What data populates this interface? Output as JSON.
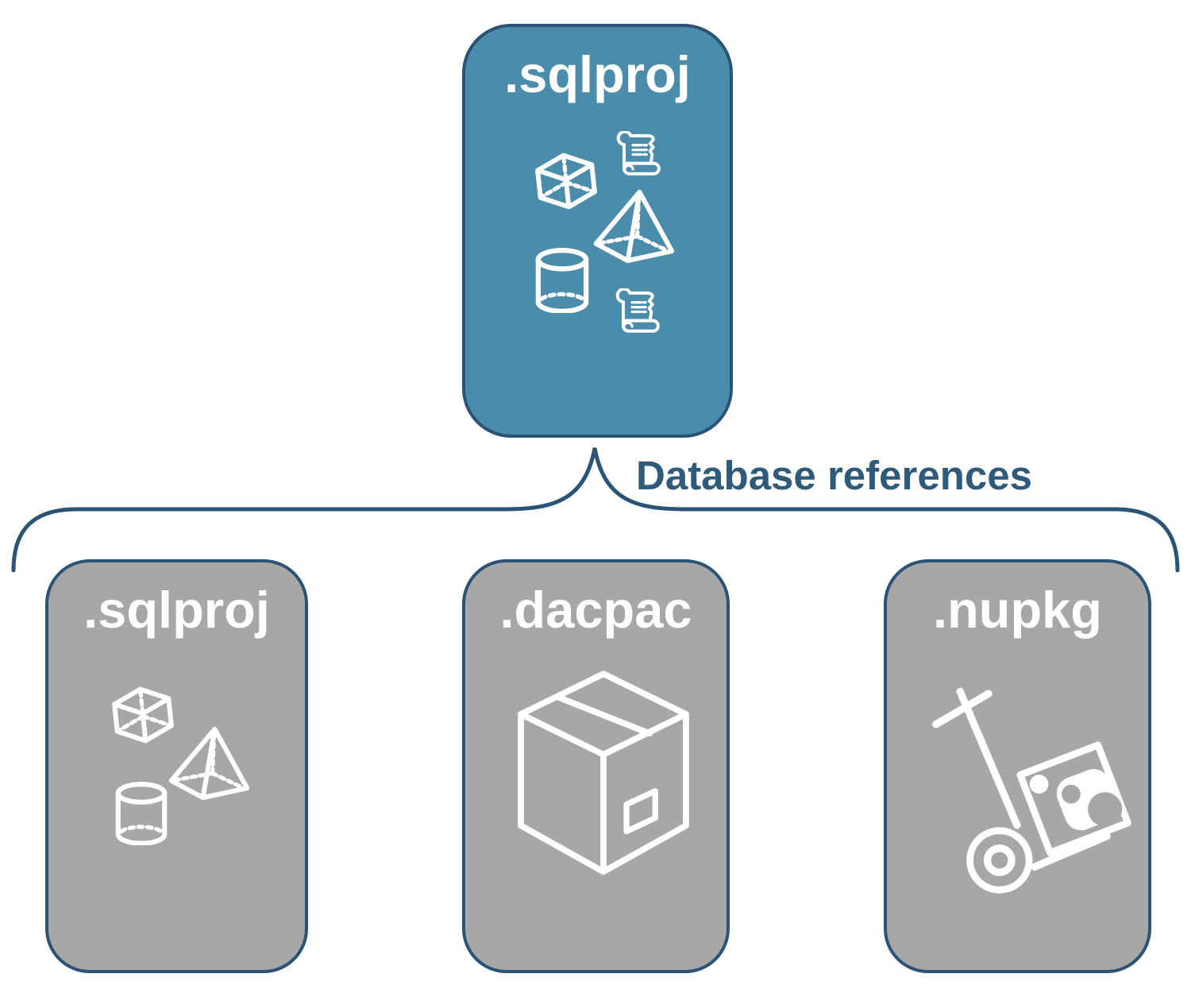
{
  "root_card": {
    "label": ".sqlproj",
    "icons": [
      "cube-icon",
      "scroll-icon",
      "pyramid-icon",
      "cylinder-icon",
      "scroll-icon"
    ]
  },
  "connector": {
    "label": "Database references"
  },
  "child_cards": [
    {
      "label": ".sqlproj",
      "icons": [
        "cube-icon",
        "pyramid-icon",
        "cylinder-icon"
      ]
    },
    {
      "label": ".dacpac",
      "icons": [
        "package-box-icon"
      ]
    },
    {
      "label": ".nupkg",
      "icons": [
        "hand-truck-icon"
      ]
    }
  ],
  "colors": {
    "root-fill": "#4A8CAA",
    "child-fill": "#A7A7A7",
    "border": "#2A5376",
    "label-text": "#2E5A7B",
    "icon": "#FFFFFF"
  }
}
